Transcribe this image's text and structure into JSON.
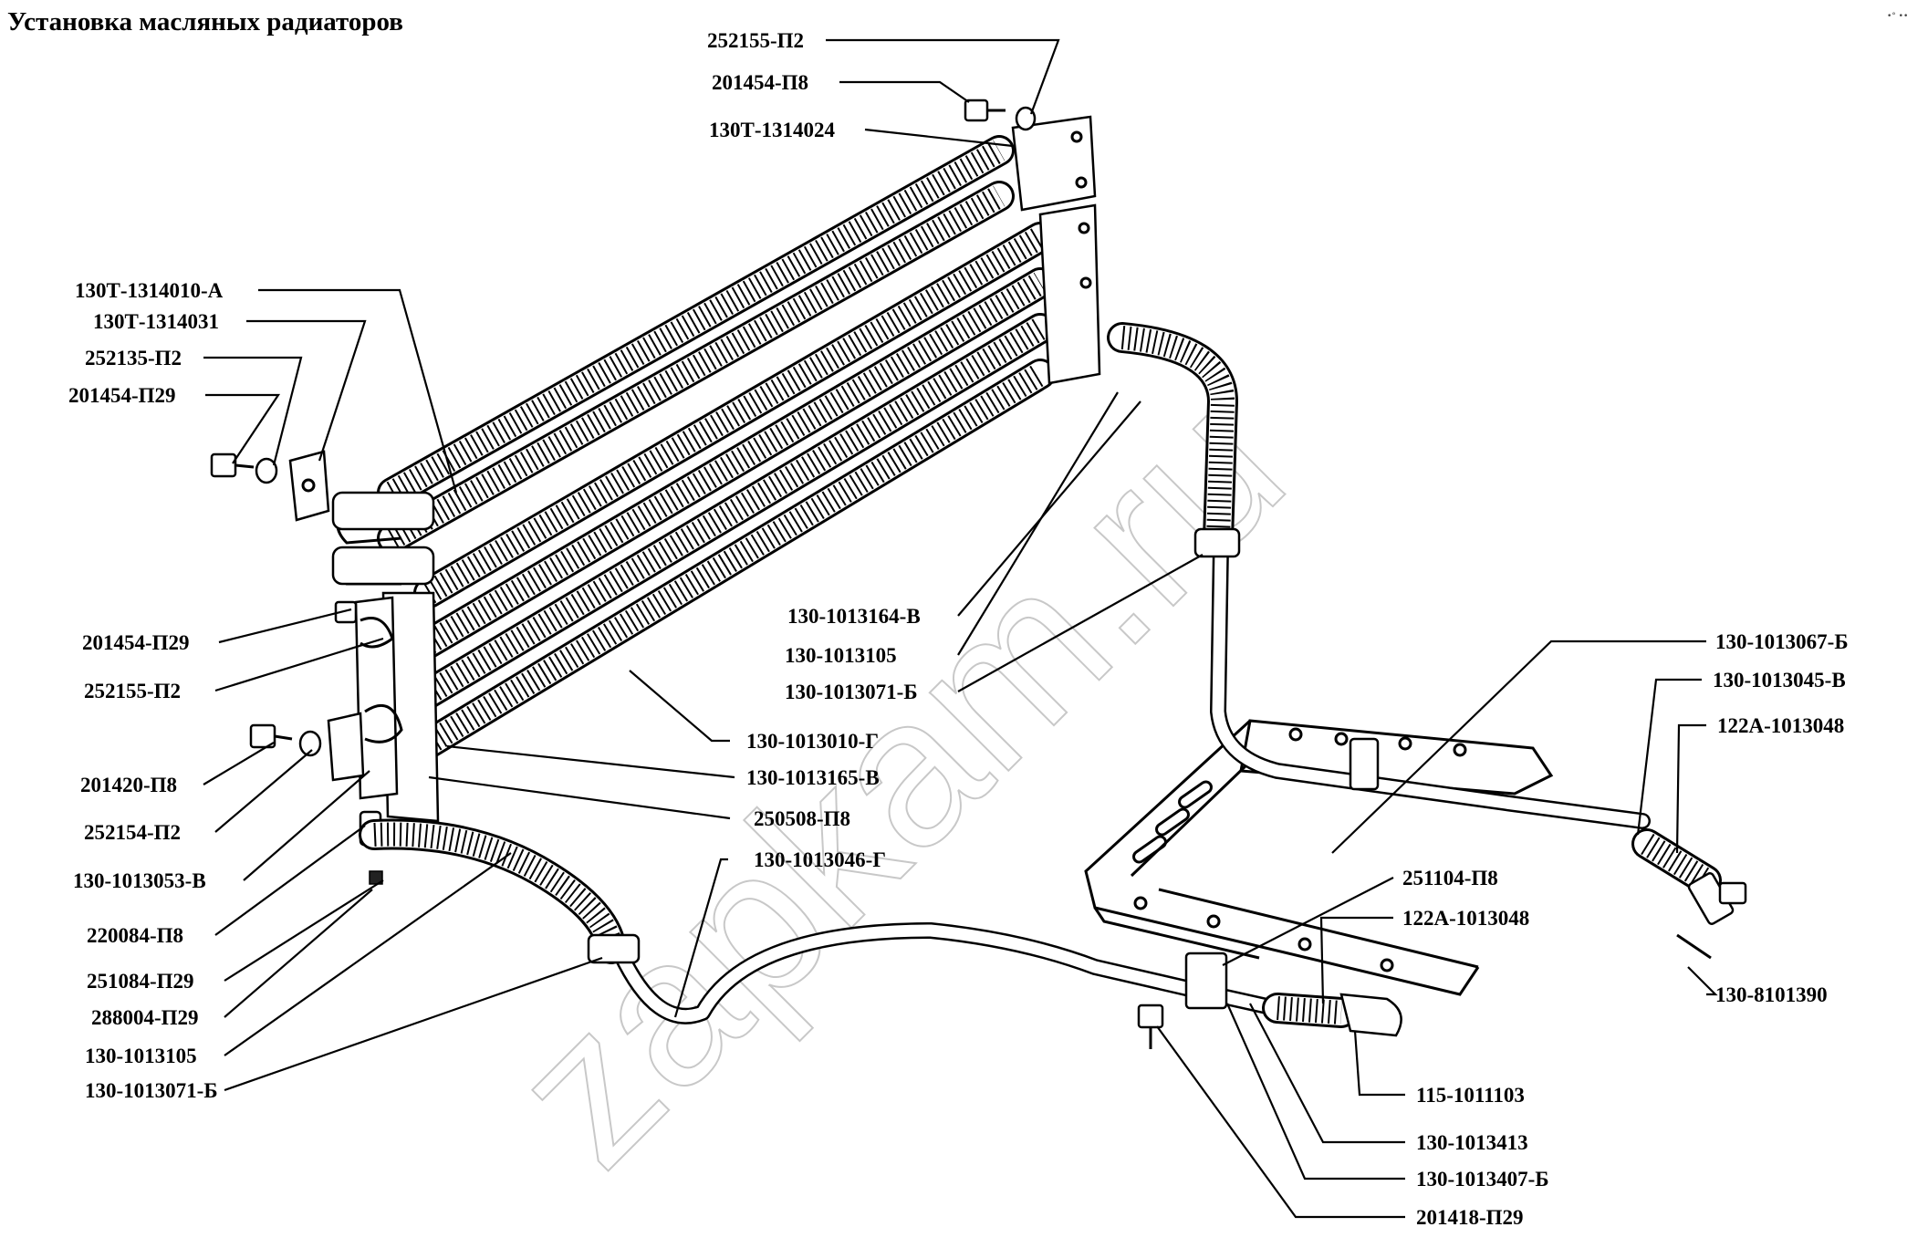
{
  "title": "Установка масляных радиаторов",
  "watermark": "zapkam.ru",
  "corner_mark": "•° ••",
  "callouts": [
    {
      "id": "c1",
      "text": "252155-П2"
    },
    {
      "id": "c2",
      "text": "201454-П8"
    },
    {
      "id": "c3",
      "text": "130Т-1314024"
    },
    {
      "id": "c4",
      "text": "130Т-1314010-А"
    },
    {
      "id": "c5",
      "text": "130Т-1314031"
    },
    {
      "id": "c6",
      "text": "252135-П2"
    },
    {
      "id": "c7",
      "text": "201454-П29"
    },
    {
      "id": "c8",
      "text": "201454-П29"
    },
    {
      "id": "c9",
      "text": "252155-П2"
    },
    {
      "id": "c10",
      "text": "201420-П8"
    },
    {
      "id": "c11",
      "text": "252154-П2"
    },
    {
      "id": "c12",
      "text": "130-1013053-В"
    },
    {
      "id": "c13",
      "text": "220084-П8"
    },
    {
      "id": "c14",
      "text": "251084-П29"
    },
    {
      "id": "c15",
      "text": "288004-П29"
    },
    {
      "id": "c16",
      "text": "130-1013105"
    },
    {
      "id": "c17",
      "text": "130-1013071-Б"
    },
    {
      "id": "c18",
      "text": "130-1013164-В"
    },
    {
      "id": "c19",
      "text": "130-1013105"
    },
    {
      "id": "c20",
      "text": "130-1013071-Б"
    },
    {
      "id": "c21",
      "text": "130-1013010-Г"
    },
    {
      "id": "c22",
      "text": "130-1013165-В"
    },
    {
      "id": "c23",
      "text": "250508-П8"
    },
    {
      "id": "c24",
      "text": "130-1013046-Г"
    },
    {
      "id": "c25",
      "text": "130-1013067-Б"
    },
    {
      "id": "c26",
      "text": "130-1013045-В"
    },
    {
      "id": "c27",
      "text": "122А-1013048"
    },
    {
      "id": "c28",
      "text": "251104-П8"
    },
    {
      "id": "c29",
      "text": "122А-1013048"
    },
    {
      "id": "c30",
      "text": "130-8101390"
    },
    {
      "id": "c31",
      "text": "115-1011103"
    },
    {
      "id": "c32",
      "text": "130-1013413"
    },
    {
      "id": "c33",
      "text": "130-1013407-Б"
    },
    {
      "id": "c34",
      "text": "201418-П29"
    }
  ]
}
